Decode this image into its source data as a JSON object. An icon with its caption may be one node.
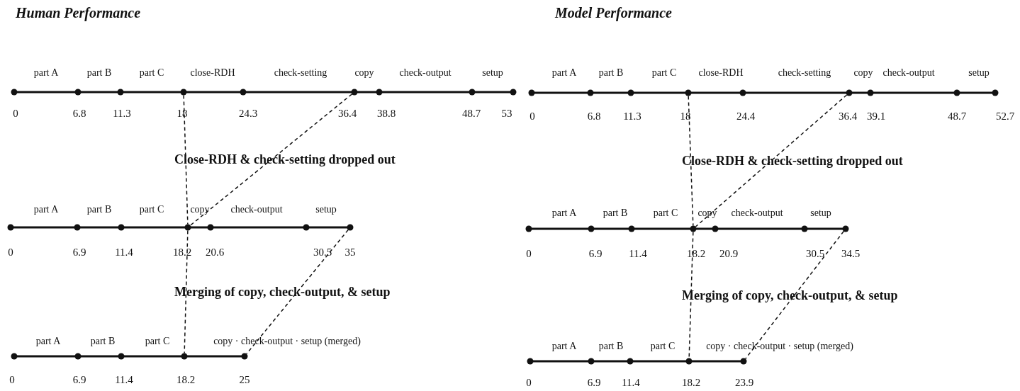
{
  "diagram": {
    "nodes": [
      {
        "text": [],
        "shape": "circle"
      },
      {
        "text": [],
        "shape": "circle"
      },
      {
        "text": [],
        "shape": "circle"
      },
      {
        "text": [],
        "shape": "circle"
      },
      {
        "text": [],
        "shape": "circle"
      },
      {
        "text": [],
        "shape": "circle"
      },
      {
        "text": [],
        "shape": "circle"
      },
      {
        "text": [],
        "shape": "circle"
      },
      {
        "text": [],
        "shape": "circle"
      },
      {
        "text": [],
        "shape": "circle"
      },
      {
        "text": [],
        "shape": "circle"
      },
      {
        "text": [],
        "shape": "circle"
      }
    ],
    "edges": [
      {
        "from": 0,
        "to": 2,
        "arrow": "none",
        "style": "dashed"
      },
      {
        "from": 1,
        "to": 2,
        "arrow": "none",
        "style": "dashed"
      },
      {
        "from": 2,
        "to": 4,
        "arrow": "none",
        "style": "dashed"
      },
      {
        "from": 3,
        "to": 5,
        "arrow": "none",
        "style": "dashed"
      },
      {
        "from": 6,
        "to": 8,
        "arrow": "none",
        "style": "dashed"
      },
      {
        "from": 7,
        "to": 8,
        "arrow": "none",
        "style": "dashed"
      },
      {
        "from": 8,
        "to": 10,
        "arrow": "none",
        "style": "dashed"
      },
      {
        "from": 9,
        "to": 11,
        "arrow": "none",
        "style": "dashed"
      }
    ],
    "labels": [
      "Human Performance",
      "part A",
      "part B",
      "part C",
      "close-RDH",
      "check-setting",
      "copy",
      "check-output",
      "setup",
      "0",
      "6.8",
      "11.3",
      "18",
      "24.3",
      "36.4",
      "38.8",
      "48.7",
      "53",
      "Close-RDH & check-setting dropped out",
      "part A",
      "part B",
      "part C",
      "copy",
      "check-output",
      "setup",
      "0",
      "6.9",
      "11.4",
      "18.2",
      "20.6",
      "30.5",
      "35",
      "Merging of copy, check-output, & setup",
      "part A",
      "part B",
      "part C",
      "copy · check-output · setup (merged)",
      "0",
      "6.9",
      "11.4",
      "18.2",
      "25",
      "Model Performance",
      "part A",
      "part B",
      "part C",
      "close-RDH",
      "check-setting",
      "copy",
      "check-output",
      "setup",
      "0",
      "6.8",
      "11.3",
      "18",
      "24.4",
      "36.4",
      "39.1",
      "48.7",
      "52.7",
      "Close-RDH & check-setting dropped out",
      "part A",
      "part B",
      "part C",
      "copy",
      "check-output",
      "setup",
      "0",
      "6.9",
      "11.4",
      "18.2",
      "20.9",
      "30.5",
      "34.5",
      "Merging of copy, check-output, & setup",
      "part A",
      "part B",
      "part C",
      "copy · check-output · setup (merged)",
      "0",
      "6.9",
      "11.4",
      "18.2",
      "23.9"
    ]
  }
}
